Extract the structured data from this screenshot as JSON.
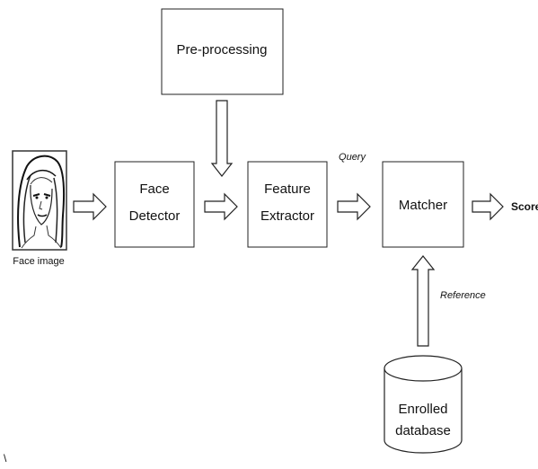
{
  "diagram": {
    "preprocessing": "Pre-processing",
    "face_image_caption": "Face image",
    "face_detector": [
      "Face",
      "Detector"
    ],
    "feature_extractor": [
      "Feature",
      "Extractor"
    ],
    "query_label": "Query",
    "matcher": "Matcher",
    "score": "Score",
    "reference_label": "Reference",
    "enrolled_database": [
      "Enrolled",
      "database"
    ],
    "stray_mark": "\\"
  },
  "colors": {
    "stroke": "#222222",
    "fill": "#ffffff",
    "text": "#111111"
  }
}
